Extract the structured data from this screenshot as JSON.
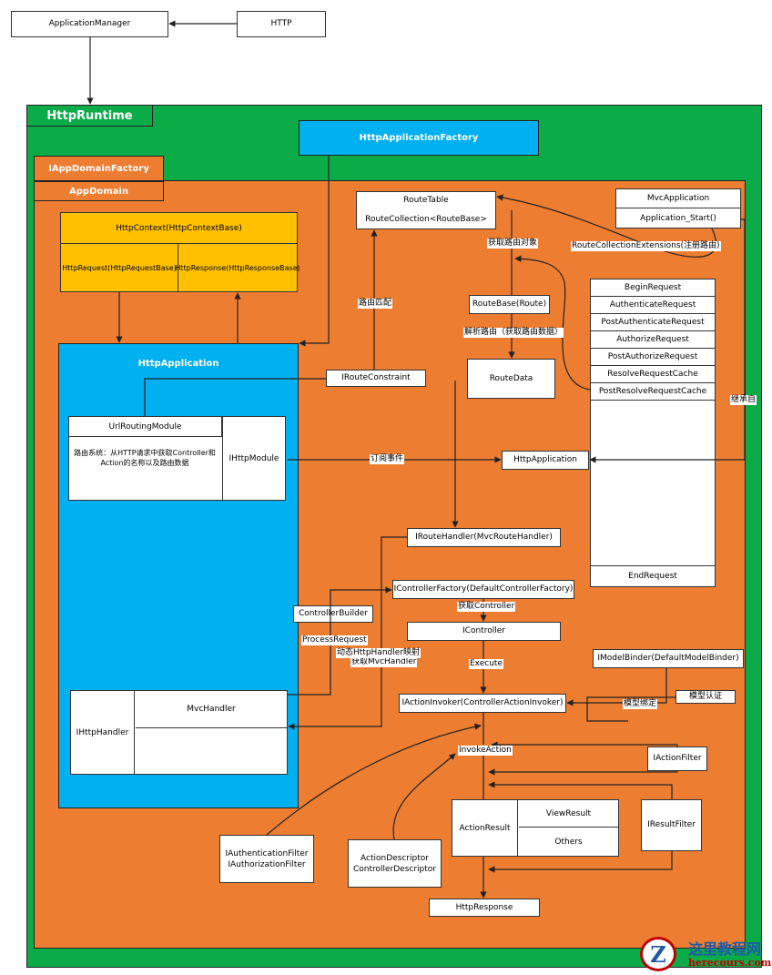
{
  "colors": {
    "runtime_green": "#0bab48",
    "domain_orange": "#ed7d31",
    "application_blue": "#00b0f0",
    "context_yellow": "#ffc000",
    "watermark_red": "#c00000",
    "watermark_blue": "#1f5aa8"
  },
  "top": {
    "application_manager": "ApplicationManager",
    "http": "HTTP"
  },
  "runtime": {
    "title": "HttpRuntime",
    "app_factory": "HttpApplicationFactory",
    "app_domain_factory": "IAppDomainFactory",
    "app_domain": "AppDomain"
  },
  "context": {
    "title": "HttpContext(HttpContextBase)",
    "request": "HttpRequest(HttpRequestBase)",
    "response": "HttpResponse(HttpResponseBase)"
  },
  "http_application": {
    "title": "HttpApplication",
    "url_routing_module": "UrlRoutingModule",
    "routing_desc": "路由系统：从HTTP请求中获取Controller和Action的名称以及路由数据",
    "ihttpmodule": "IHttpModule",
    "ihttphandler": "IHttpHandler",
    "mvc_handler": "MvcHandler"
  },
  "routing": {
    "route_table": "RouteTable",
    "route_collection": "RouteCollection<RouteBase>",
    "get_route_object": "获取路由对象",
    "route_base": "RouteBase(Route)",
    "parse_route": "解析路由（获取路由数据）",
    "route_data": "RouteData",
    "route_constraint": "IRouteConstraint",
    "route_match": "路由匹配",
    "route_handler": "IRouteHandler(MvcRouteHandler)"
  },
  "mvc_app": {
    "name": "MvcApplication",
    "start": "Application_Start()",
    "register_routes": "RouteCollectionExtensions(注册路由)",
    "inherit_from": "继承自"
  },
  "events": {
    "items": [
      "BeginRequest",
      "AuthenticateRequest",
      "PostAuthenticateRequest",
      "AuthorizeRequest",
      "PostAuthorizeRequest",
      "ResolveRequestCache",
      "PostResolveRequestCache"
    ],
    "end": "EndRequest",
    "http_application_box": "HttpApplication",
    "subscribe": "订阅事件"
  },
  "controller": {
    "factory": "IControllerFactory(DefaultControllerFactory)",
    "get_controller": "获取Controller",
    "icontroller": "IController",
    "execute": "Execute",
    "builder": "ControllerBuilder",
    "process_request": "ProcessRequest",
    "dynamic_mapping": "动态HttpHandler映射",
    "get_mvc_handler": "获取MvcHandler"
  },
  "action": {
    "model_binder": "IModelBinder(DefaultModelBinder)",
    "model_binding": "模型绑定",
    "model_validation": "模型认证",
    "invoker": "IActionInvoker(ControllerActionInvoker)",
    "invoke_action": "InvokeAction",
    "action_filter": "IActionFilter",
    "action_result": "ActionResult",
    "view_result": "ViewResult",
    "others": "Others",
    "result_filter": "IResultFilter",
    "auth_filter_1": "IAuthenticationFilter",
    "auth_filter_2": "IAuthorizationFilter",
    "descriptor_1": "ActionDescriptor",
    "descriptor_2": "ControllerDescriptor",
    "http_response": "HttpResponse"
  },
  "watermark": {
    "glyph": "Z",
    "title": "这里教程网",
    "url": "herecours.com"
  }
}
